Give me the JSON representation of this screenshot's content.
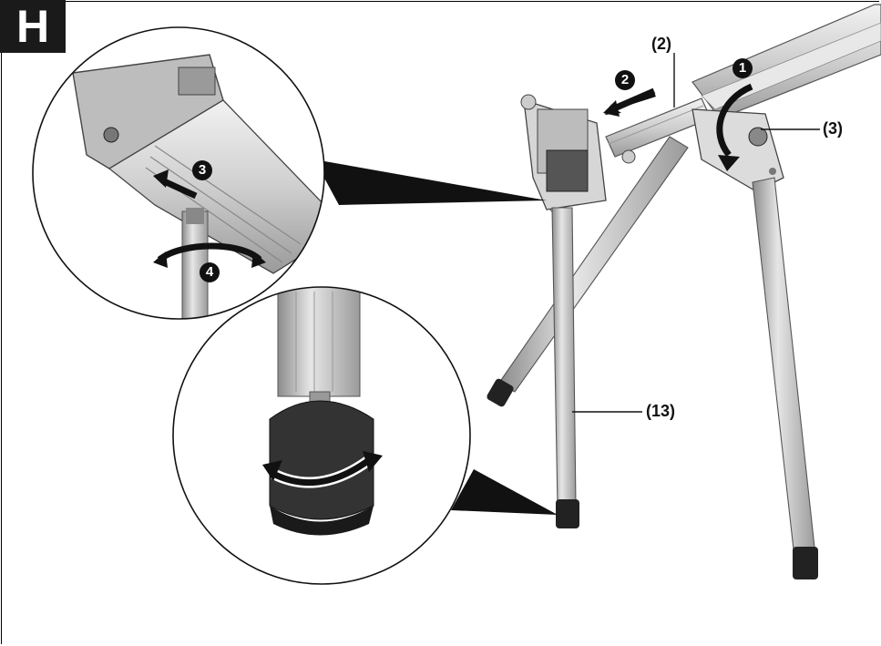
{
  "section": {
    "letter": "H"
  },
  "callouts": {
    "part_2": "(2)",
    "part_3": "(3)",
    "part_13": "(13)"
  },
  "steps": {
    "step_1": "1",
    "step_2": "2",
    "step_3": "3",
    "step_4": "4"
  }
}
